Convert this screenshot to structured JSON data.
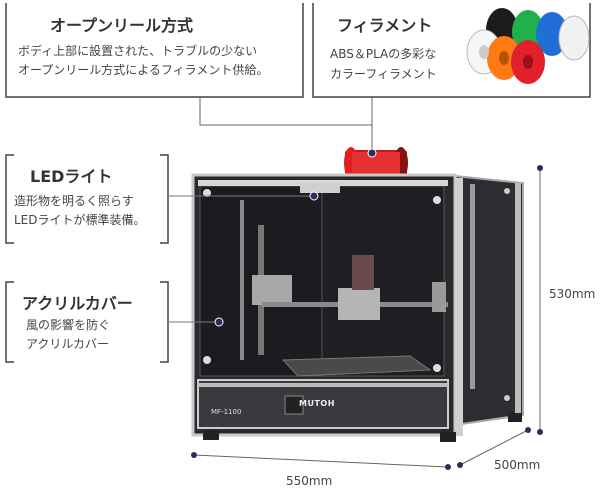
{
  "callouts": {
    "open_reel": {
      "title": "オープンリール方式",
      "desc_line1": "ボディ上部に設置された、トラブルの少ない",
      "desc_line2": "オープンリール方式によるフィラメント供給。"
    },
    "filament": {
      "title": "フィラメント",
      "desc_line1": "ABS＆PLAの多彩な",
      "desc_line2": "カラーフィラメント"
    },
    "led": {
      "title": "LEDライト",
      "desc_line1": "造形物を明るく照らす",
      "desc_line2": "LEDライトが標準装備。"
    },
    "acrylic": {
      "title": "アクリルカバー",
      "desc_line1": "風の影響を防ぐ",
      "desc_line2": "アクリルカバー"
    }
  },
  "dimensions": {
    "height": "530mm",
    "width": "550mm",
    "depth": "500mm"
  },
  "printer": {
    "brand": "MUTOH",
    "model": "MF-1100"
  },
  "colors": {
    "frame_line": "#444444",
    "dot": "#2a2f5a",
    "reel_red": "#e02020",
    "acrylic_dark": "#2a2a2e"
  }
}
